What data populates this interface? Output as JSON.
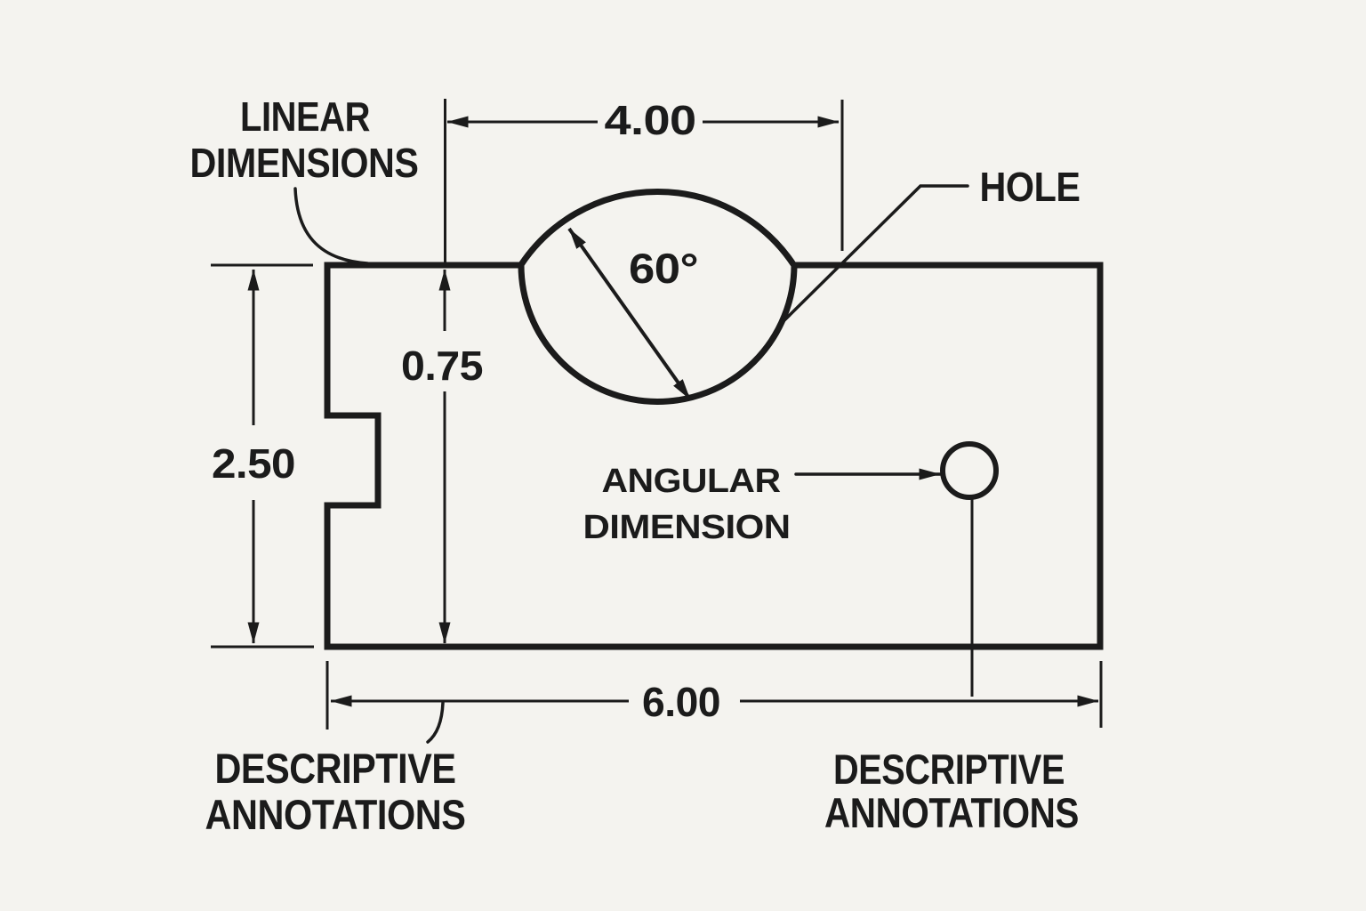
{
  "colors": {
    "background": "#f4f3ef",
    "ink": "#1b1b1b"
  },
  "labels": {
    "linear_dimensions": {
      "line1": "LINEAR",
      "line2": "DIMENSIONS"
    },
    "hole": "HOLE",
    "angular_dimension": {
      "line1": "ANGULAR",
      "line2": "DIMENSION"
    },
    "descriptive_annotations_left": {
      "line1": "DESCRIPTIVE",
      "line2": "ANNOTATIONS"
    },
    "descriptive_annotations_right": {
      "line1": "DESCRIPTIVE",
      "line2": "ANNOTATIONS"
    }
  },
  "dimensions": {
    "top_width": "4.00",
    "left_height": "2.50",
    "inner_depth": "0.75",
    "hole_angle": "60°",
    "bottom_width": "6.00"
  }
}
